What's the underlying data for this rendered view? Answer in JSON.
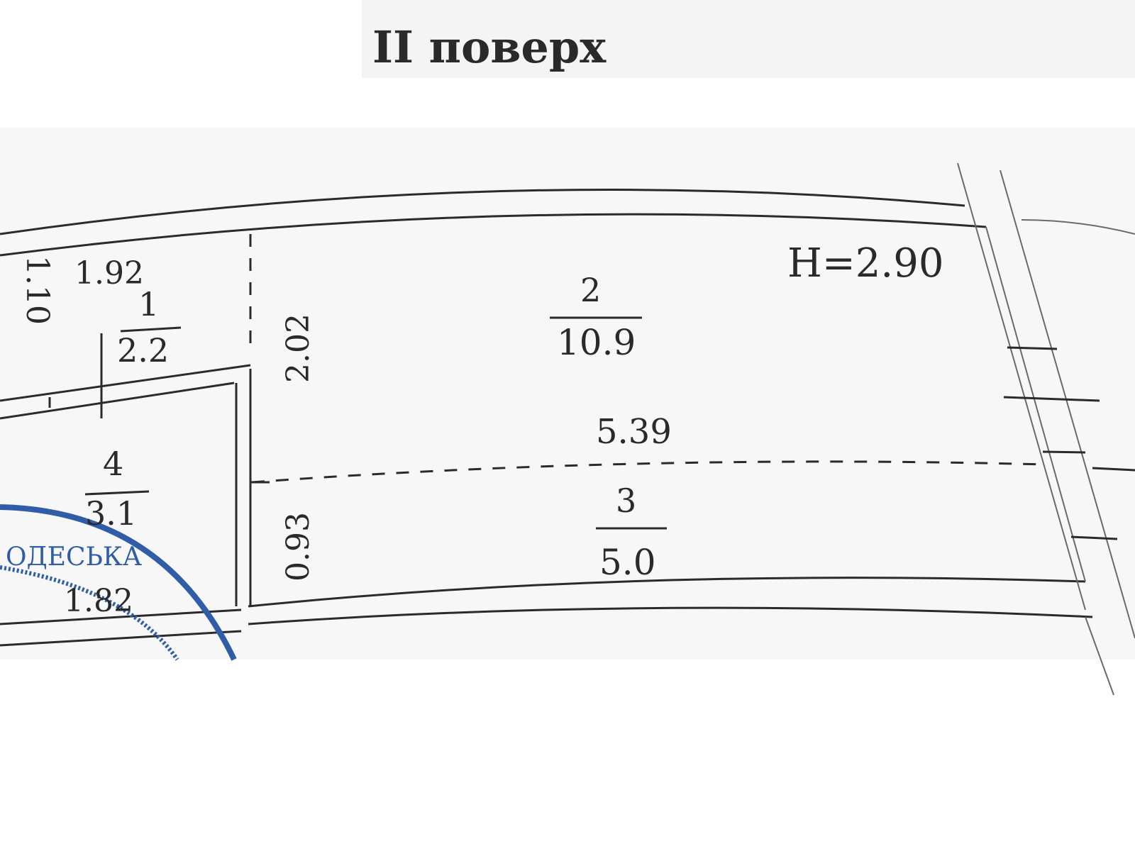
{
  "title": "II поверх",
  "ceiling_height": "H=2.90",
  "rooms": [
    {
      "number": "1",
      "area": "2.2"
    },
    {
      "number": "2",
      "area": "10.9"
    },
    {
      "number": "3",
      "area": "5.0"
    },
    {
      "number": "4",
      "area": "3.1"
    }
  ],
  "dimensions": {
    "room1_width": "1.92",
    "room1_side": "1.10",
    "room2_depth": "2.02",
    "room2_width": "5.39",
    "room3_depth": "0.93",
    "room4_width": "1.82"
  },
  "stamp": {
    "text": "ОДЕСЬКА",
    "color": "#2f5da8"
  },
  "colors": {
    "ink": "#2b2b2b",
    "paper": "#f7f7f7"
  }
}
